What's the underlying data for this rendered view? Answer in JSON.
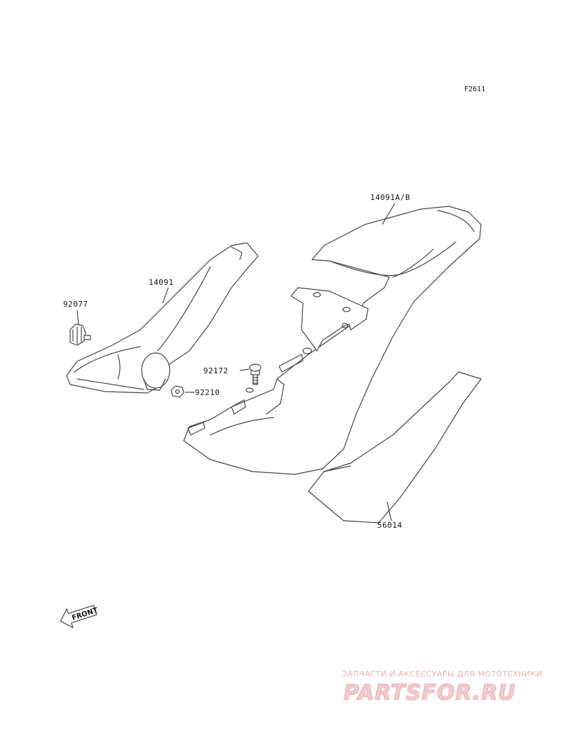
{
  "figure": {
    "code": "F2611"
  },
  "parts": {
    "seat_cowl": "14091A/B",
    "side_cover": "14091",
    "knob": "92077",
    "screw": "92172",
    "nut": "92210",
    "pad": "56014"
  },
  "direction_badge": {
    "label": "FRONT"
  },
  "watermark": {
    "tagline": "ЗАПЧАСТИ И АКСЕССУАРЫ ДЛЯ МОТОТЕХНИКИ",
    "logo": "PARTSFOR.RU",
    "color": "#e8a3a6"
  }
}
